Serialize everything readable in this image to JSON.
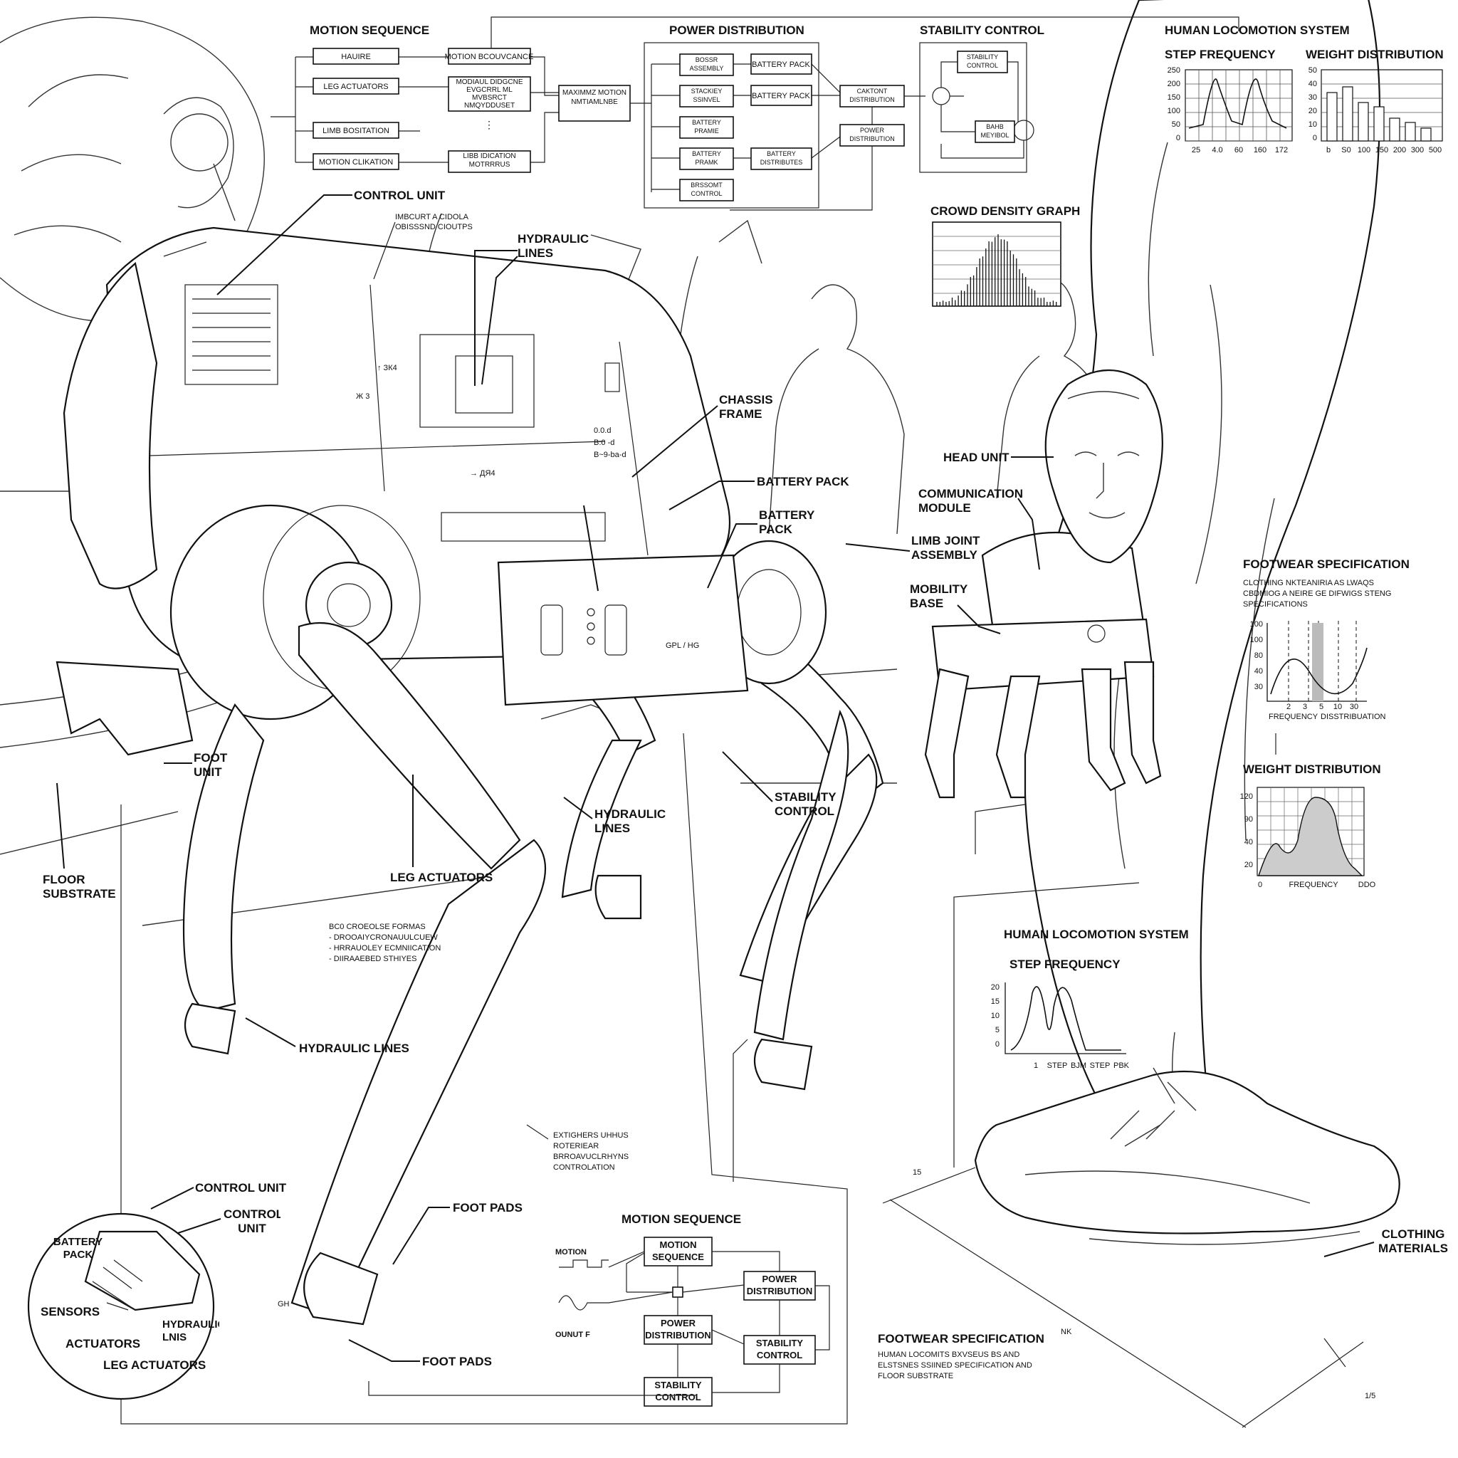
{
  "motion_sequence_top": {
    "title": "MOTION SEQUENCE",
    "left_boxes": [
      "HAUIRE",
      "LEG ACTUATORS",
      "LIMB BOSITATION",
      "MOTION CLIKATION"
    ],
    "mid_boxes": [
      "MOTION BCOUVCANCE",
      "MODIAUL DIDGCNE EVGCRRL ML MVBSRCT NMQYDDUSET",
      "LIBB IDICATION MOTRRRUS"
    ],
    "out_box": "MAXIMMZ MOTION NMTIAMLNBE"
  },
  "power_distribution_top": {
    "title": "POWER DISTRIBUTION",
    "left_boxes": [
      "BOSSR ASSEMBLY",
      "STACKIEY SSINVEL",
      "BATTERY PRAMIE",
      "BATTERY PRAMK",
      "BRSSOMT CONTROL"
    ],
    "right_boxes": [
      "BATTERY PACK",
      "BATTERY PACK",
      "BATTERY DISTRIBUTES"
    ],
    "out_boxes": [
      "CAKTONT DISTRIBUTION",
      "POWER DISTRIBUTION"
    ]
  },
  "stability_control_top": {
    "title": "STABILITY CONTROL",
    "boxes": [
      "STABILITY CONTROL",
      "BAHB MEYIBOL"
    ]
  },
  "human_locomotion_top": {
    "title": "HUMAN LOCOMOTION SYSTEM",
    "step": {
      "title": "STEP FREQUENCY",
      "yticks": [
        "250",
        "200",
        "150",
        "100",
        "50",
        "0"
      ],
      "xticks": [
        "25",
        "4.0",
        "60",
        "160",
        "172"
      ]
    },
    "weight": {
      "title": "WEIGHT DISTRIBUTION",
      "yticks": [
        "50",
        "40",
        "30",
        "20",
        "10",
        "0"
      ],
      "xticks": [
        "b",
        "S0",
        "100",
        "150",
        "200",
        "300",
        "500"
      ]
    }
  },
  "crowd_density": {
    "title": "CROWD DENSITY GRAPH"
  },
  "callouts": {
    "control_unit": "CONTROL UNIT",
    "imbcurt": "IMBCURT A CIDOLA OBISSSND CIOUTPS",
    "hydraulic_lines_top": "HYDRAULIC LINES",
    "chassis_frame": "CHASSIS FRAME",
    "battery_pack_1": "BATTERY PACK",
    "battery_pack_2": "BATTERY PACK",
    "head_unit": "HEAD UNIT",
    "communication_module": "COMMUNICATION MODULE",
    "limb_joint_assembly": "LIMB JOINT ASSEMBLY",
    "mobility_base": "MOBILITY BASE",
    "foot_unit": "FOOT UNIT",
    "floor_substrate": "FLOOR SUBSTRATE",
    "hydraulic_lines_mid": "HYDRAULIC LINES",
    "stability_control": "STABILITY CONTROL",
    "leg_actuators": "LEG ACTUATORS",
    "notes_1": [
      "BC0 CROEOLSE FORMAS",
      "- DROOAIYCRONAUULCUEW",
      "- HRRAUOLEY ECMNIICATION",
      "- DIIRAAEBED STHIYES"
    ],
    "hydraulic_lines_low": "HYDRAULIC LINES",
    "notes_2": [
      "EXTIGHERS UHHUS",
      "ROTERIEAR",
      "BRROAVUCLRHYNS",
      "CONTROLATION"
    ],
    "foot_pads_1": "FOOT PADS",
    "foot_pads_2": "FOOT PADS",
    "cpu": "GPL / HG",
    "dims": [
      "0.0.d",
      "B:0 -d",
      "B~9-ba-d",
      "→ ДЯ4",
      "↑ ЗК4",
      "Ж 3"
    ],
    "gh": "GH",
    "clothing_materials": "CLOTHING MATERIALS",
    "dim_15": "15",
    "dim_15b": "1/5",
    "nk": "NK"
  },
  "inset": {
    "control_unit_1": "CONTROL UNIT",
    "control_unit_2": "CONTROL UNIT",
    "battery_pack": "BATTERY PACK",
    "sensors": "SENSORS",
    "actuators": "ACTUATORS",
    "hydraulic": "HYDRAULIC LNIS",
    "leg_actuators": "LEG ACTUATORS"
  },
  "motion_sequence_bottom": {
    "title": "MOTION SEQUENCE",
    "motion": "MOTION",
    "output": "OUNUT F",
    "boxes": [
      "MOTION SEQUENCE",
      "POWER DISTRIBUTION",
      "POWER DISTRIBUTION",
      "STABILITY CONTROL",
      "STABILITY CONTROL"
    ]
  },
  "footwear_spec_right": {
    "title": "FOOTWEAR SPECIFICATION",
    "desc": [
      "CLOTHING NKTEANIRIA AS LWAQS",
      "CBDMIOG A NEIRE GE DIFWIGS STENG",
      "SPECIFICATIONS"
    ],
    "yticks": [
      "100",
      "100",
      "80",
      "40",
      "30"
    ],
    "xticks": [
      "2",
      "3",
      "5",
      "10",
      "30"
    ],
    "xlabels": [
      "FREQUENCY",
      "DISSTRIBUATION"
    ]
  },
  "weight_dist_right": {
    "title": "WEIGHT DISTRIBUTION",
    "yticks": [
      "120",
      "90",
      "40",
      "20"
    ],
    "xticks": [
      "0",
      "FREQUENCY",
      "DDO"
    ]
  },
  "human_locomotion_mid": {
    "title": "HUMAN LOCOMOTION SYSTEM",
    "step_title": "STEP FREQUENCY",
    "yticks": [
      "20",
      "15",
      "10",
      "5",
      "0"
    ],
    "xticks": [
      "1",
      "STEP",
      "BJM",
      "STEP",
      "PBK"
    ]
  },
  "footwear_spec_bottom": {
    "title": "FOOTWEAR SPECIFICATION",
    "desc": [
      "HUMAN LOCOMITS BXVSEUS BS AND",
      "ELSTSNES SSIINED SPECIFICATION AND",
      "FLOOR SUBSTRATE"
    ]
  }
}
